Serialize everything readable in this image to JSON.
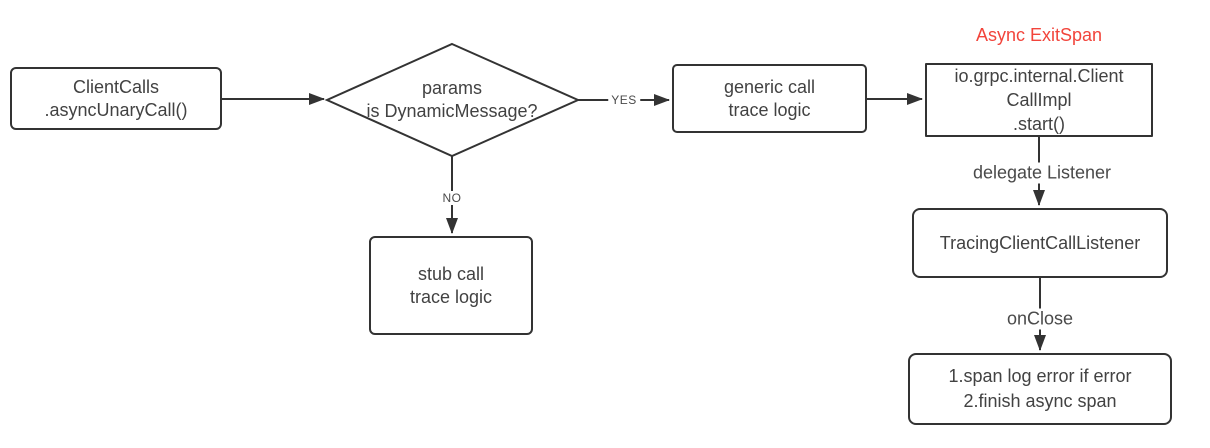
{
  "diagram": {
    "annotation": {
      "text": "Async ExitSpan",
      "color": "#f2443b"
    },
    "colors": {
      "stroke": "#333333",
      "text": "#424242",
      "background": "#ffffff"
    },
    "nodes": {
      "client_calls": {
        "lines": [
          "ClientCalls",
          ".asyncUnaryCall()"
        ]
      },
      "decision": {
        "lines": [
          "params",
          "is DynamicMessage?"
        ]
      },
      "generic_call": {
        "lines": [
          "generic call",
          "trace logic"
        ]
      },
      "stub_call": {
        "lines": [
          "stub call",
          "trace logic"
        ]
      },
      "client_call_impl": {
        "lines": [
          "io.grpc.internal.Client",
          "CallImpl",
          ".start()"
        ]
      },
      "tracing_listener": {
        "lines": [
          "TracingClientCallListener"
        ]
      },
      "onclose_actions": {
        "lines": [
          "1.span log error if error",
          "2.finish async span"
        ]
      }
    },
    "edge_labels": {
      "yes": "YES",
      "no": "NO",
      "delegate_listener": "delegate Listener",
      "onclose": "onClose"
    }
  }
}
